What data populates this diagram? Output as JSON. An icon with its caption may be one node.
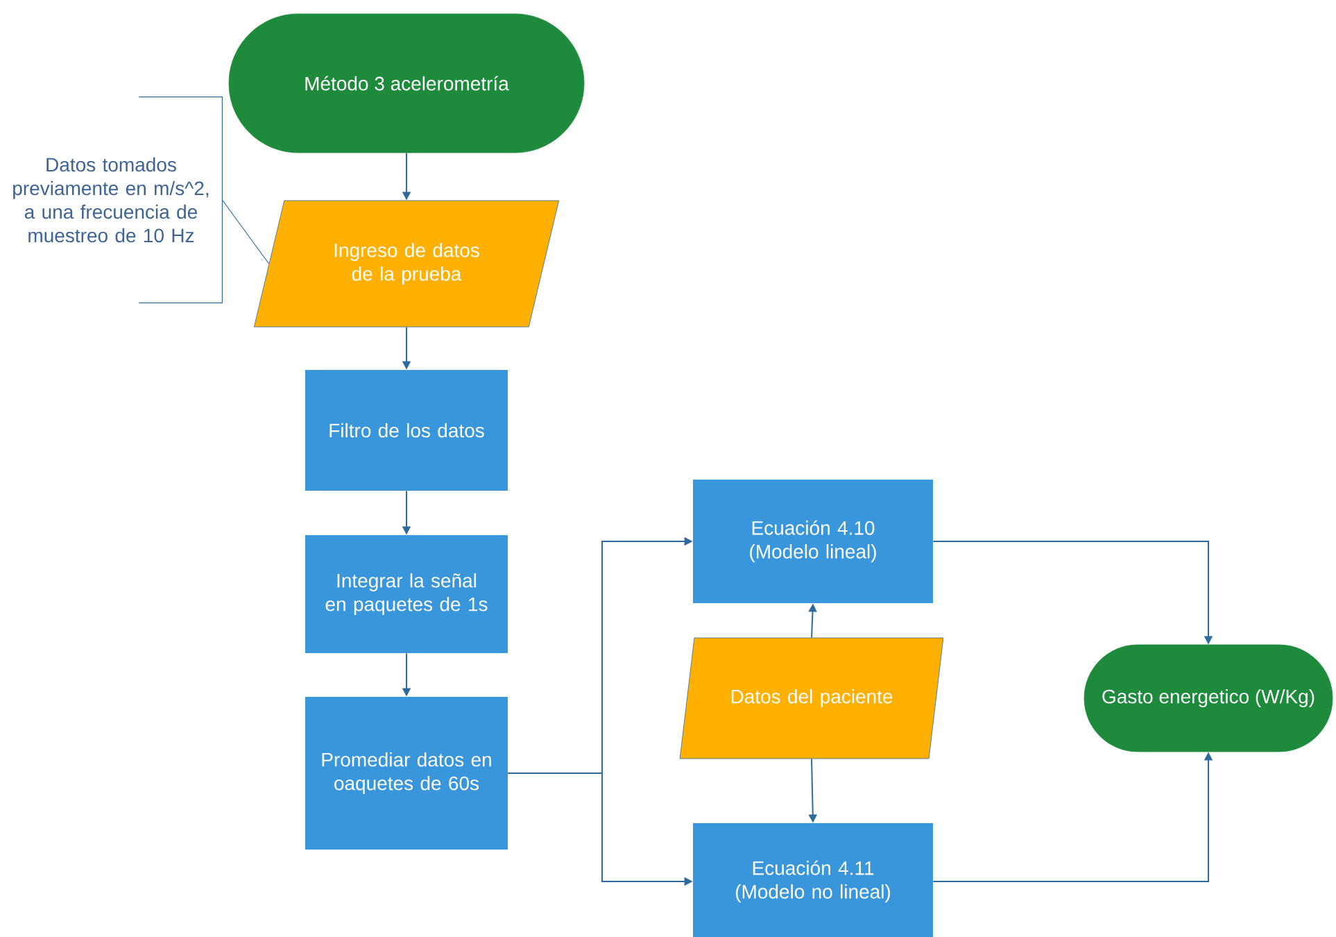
{
  "diagram": {
    "nodes": [
      {
        "text": [
          "Método 3 acelerometría"
        ]
      },
      {
        "text": [
          "Datos tomados previamente en m/s^2, a una frecuencia de muestreo de 10 Hz"
        ]
      },
      {
        "text": [
          "Ingreso de datos de la prueba"
        ]
      },
      {
        "text": [
          "Filtro de los datos"
        ]
      },
      {
        "text": [
          "Integrar la señal en paquetes de 1s"
        ]
      },
      {
        "text": [
          "Promediar datos en oaquetes de 60s"
        ]
      },
      {
        "text": [
          "Ecuación 4.10 (Modelo lineal)"
        ]
      },
      {
        "text": [
          "Datos del paciente"
        ]
      },
      {
        "text": [
          "Ecuación 4.11 (Modelo no lineal)"
        ]
      },
      {
        "text": [
          "Gasto energetico (W/Kg)"
        ]
      }
    ],
    "edges": [
      {
        "from": 1,
        "to": 2,
        "arrow": "none"
      },
      {
        "from": 0,
        "to": 2,
        "arrow": "to"
      },
      {
        "from": 2,
        "to": 3,
        "arrow": "to"
      },
      {
        "from": 3,
        "to": 4,
        "arrow": "to"
      },
      {
        "from": 4,
        "to": 5,
        "arrow": "to"
      },
      {
        "from": 5,
        "to": 6,
        "arrow": "to"
      },
      {
        "from": 5,
        "to": 8,
        "arrow": "to"
      },
      {
        "from": 7,
        "to": 6,
        "arrow": "to"
      },
      {
        "from": 7,
        "to": 8,
        "arrow": "to"
      },
      {
        "from": 6,
        "to": 9,
        "arrow": "to"
      },
      {
        "from": 8,
        "to": 9,
        "arrow": "to"
      }
    ]
  }
}
